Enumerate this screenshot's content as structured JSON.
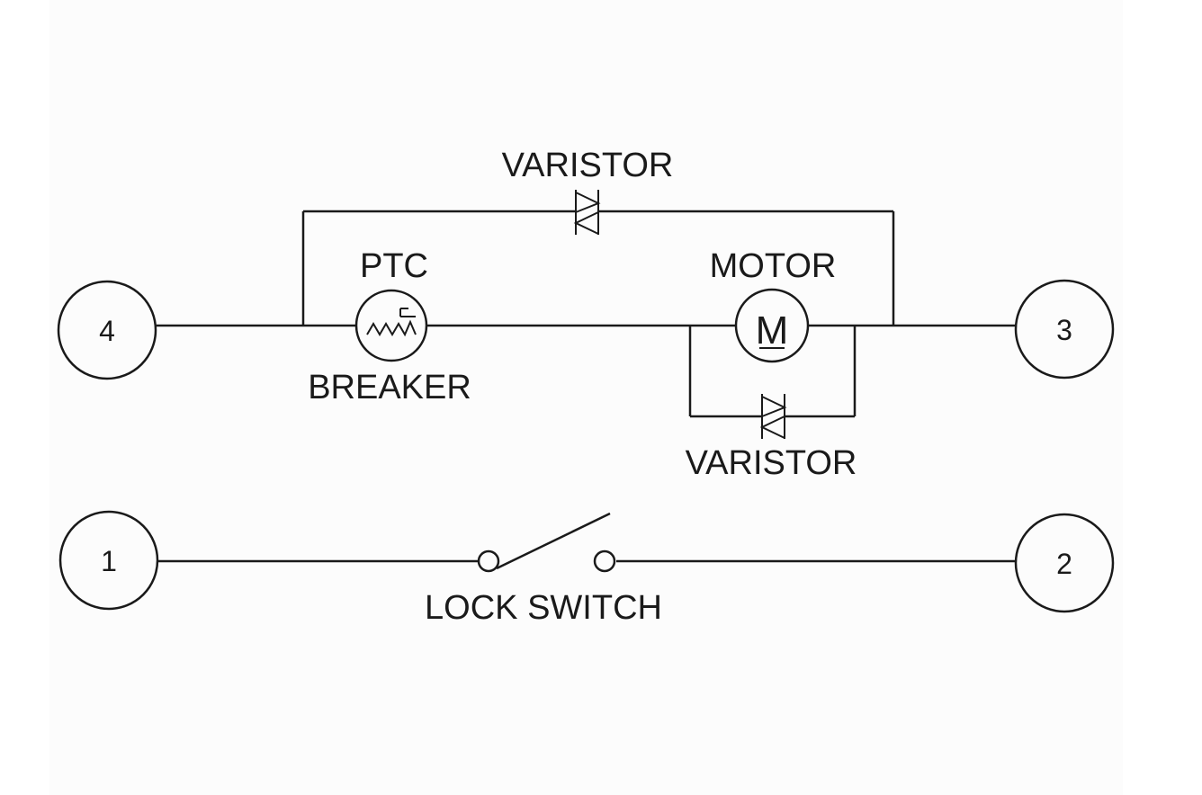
{
  "diagram": {
    "terminals": {
      "t1": "1",
      "t2": "2",
      "t3": "3",
      "t4": "4"
    },
    "labels": {
      "varistor_top": "VARISTOR",
      "ptc": "PTC",
      "breaker": "BREAKER",
      "motor": "MOTOR",
      "motor_symbol": "M",
      "varistor_bottom": "VARISTOR",
      "lock_switch": "LOCK SWITCH"
    },
    "colors": {
      "line": "#1a1a1a",
      "background": "#fcfcfc"
    }
  }
}
